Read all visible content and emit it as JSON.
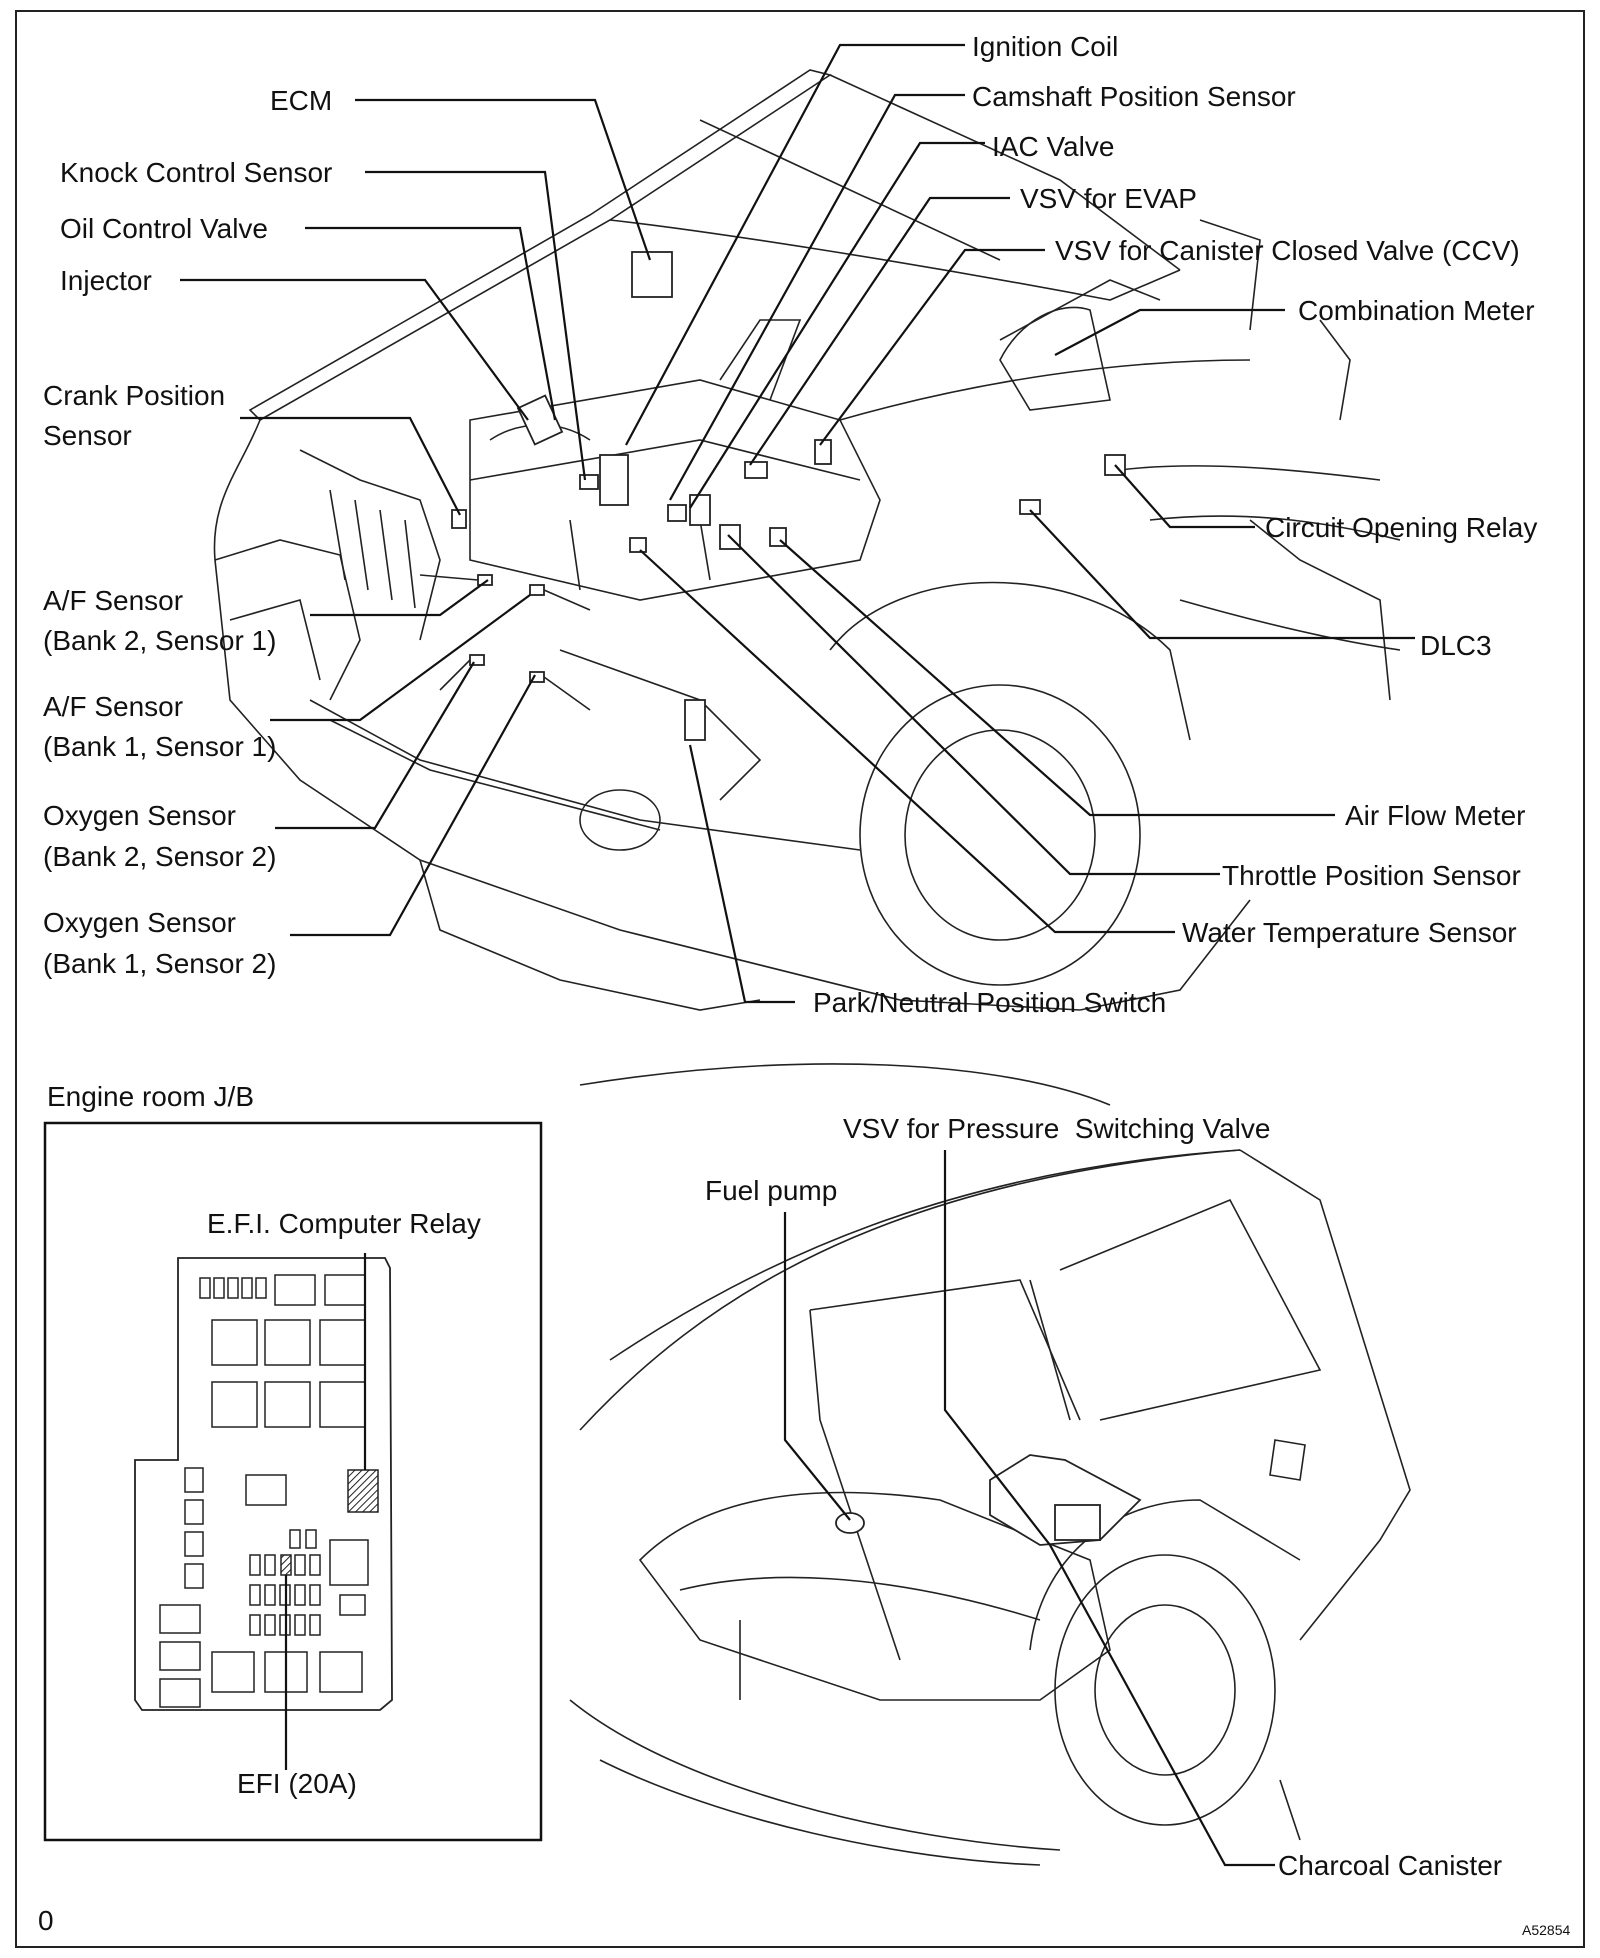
{
  "labels": {
    "ignition_coil": "Ignition Coil",
    "camshaft_position_sensor": "Camshaft Position Sensor",
    "ecm": "ECM",
    "iac_valve": "IAC Valve",
    "knock_control_sensor": "Knock Control Sensor",
    "vsv_for_evap": "VSV for EVAP",
    "oil_control_valve": "Oil Control Valve",
    "vsv_for_ccv": "VSV for Canister Closed Valve (CCV)",
    "injector": "Injector",
    "combination_meter": "Combination Meter",
    "crank_position_sensor_l1": "Crank Position",
    "crank_position_sensor_l2": "Sensor",
    "circuit_opening_relay": "Circuit Opening Relay",
    "af_sensor_b2s1_l1": "A/F Sensor",
    "af_sensor_b2s1_l2": "(Bank 2, Sensor 1)",
    "dlc3": "DLC3",
    "af_sensor_b1s1_l1": "A/F Sensor",
    "af_sensor_b1s1_l2": "(Bank 1, Sensor 1)",
    "air_flow_meter": "Air Flow Meter",
    "oxygen_sensor_b2s2_l1": "Oxygen Sensor",
    "oxygen_sensor_b2s2_l2": "(Bank 2, Sensor 2)",
    "throttle_position_sensor": "Throttle Position Sensor",
    "oxygen_sensor_b1s2_l1": "Oxygen Sensor",
    "oxygen_sensor_b1s2_l2": "(Bank 1, Sensor 2)",
    "water_temperature_sensor": "Water Temperature Sensor",
    "park_neutral_position_switch": "Park/Neutral Position Switch",
    "engine_room_jb": "Engine room J/B",
    "efi_computer_relay": "E.F.I. Computer Relay",
    "efi_20a": "EFI (20A)",
    "vsv_pressure_switching_valve": "VSV for Pressure  Switching Valve",
    "fuel_pump": "Fuel pump",
    "charcoal_canister": "Charcoal Canister"
  },
  "footer": {
    "page_marker": "0",
    "figure_code": "A52854"
  }
}
